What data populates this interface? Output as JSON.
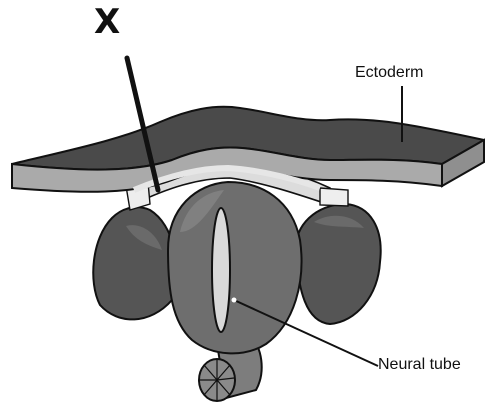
{
  "labels": {
    "x": "X",
    "ectoderm": "Ectoderm",
    "neural_tube": "Neural tube"
  },
  "colors": {
    "ectoderm_top": "#4a4a4a",
    "ectoderm_edge": "#aaaaaa",
    "inner_layer": "#dcdcdc",
    "somite": "#555555",
    "neural_tube": "#6e6e6e",
    "neural_canal": "#d9d9d9",
    "notochord": "#7d7d7d",
    "outline": "#111111",
    "background": "#ffffff"
  }
}
